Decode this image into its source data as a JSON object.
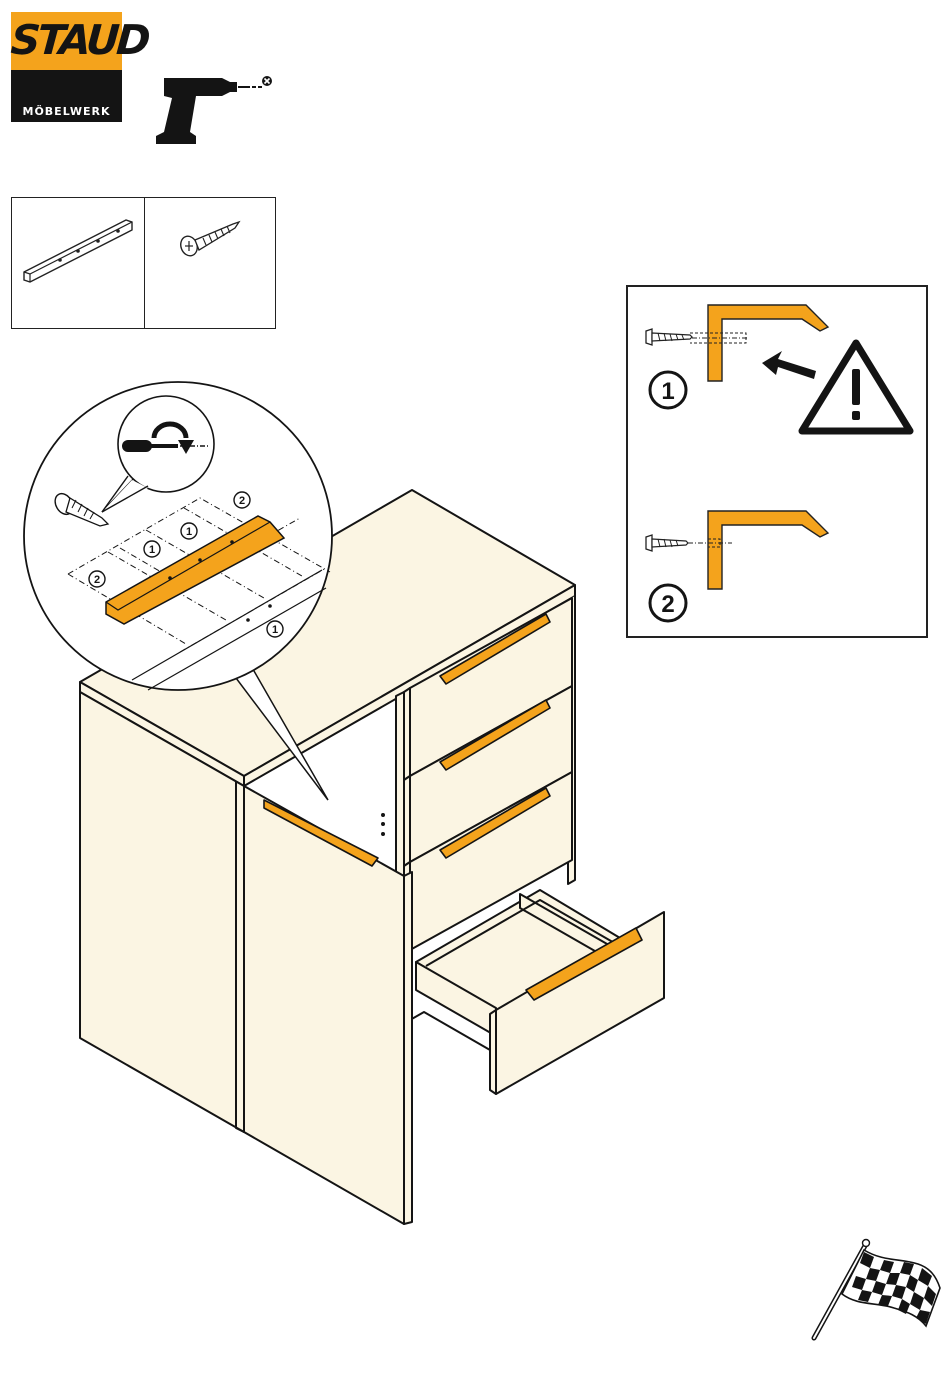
{
  "brand": {
    "name": "STAUD",
    "subtitle": "MÖBELWERK",
    "colors": {
      "orange": "#f4a31c",
      "black": "#141414"
    }
  },
  "tools": {
    "drill_icon": "cordless-drill-icon",
    "prohibited_icon": "not-allowed-icon"
  },
  "parts": [
    {
      "icon": "handle-profile-icon"
    },
    {
      "icon": "screw-icon"
    }
  ],
  "detail": {
    "hole_labels": [
      "2",
      "1",
      "1",
      "2",
      "1"
    ],
    "tool_icon": "screwdriver-rotate-icon"
  },
  "info": {
    "option1_label": "1",
    "option2_label": "2",
    "warning_icon": "warning-triangle-icon"
  },
  "finish_icon": "checkered-flag-icon",
  "handle_color": "#f4a31c",
  "panel_color": "#fbf5e3"
}
